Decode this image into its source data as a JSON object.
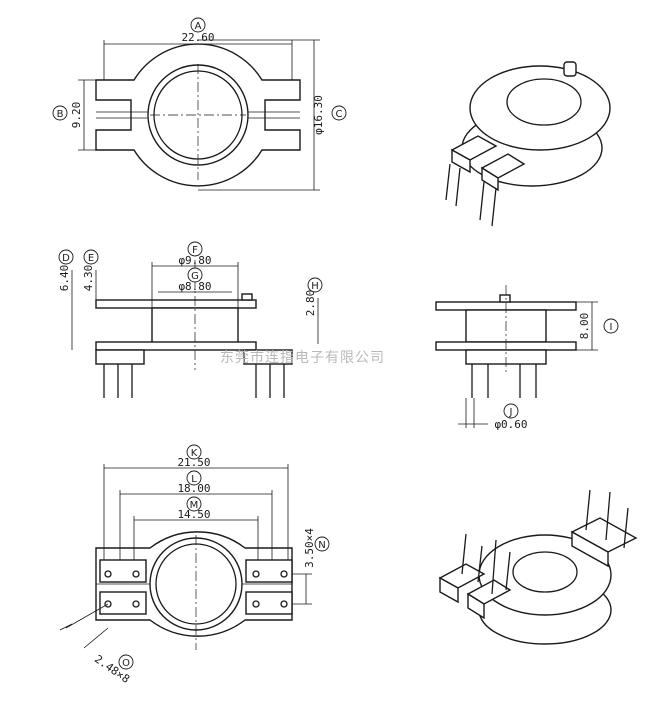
{
  "watermark": "东莞市连指电子有限公司",
  "views": {
    "top_view": {
      "dims": [
        {
          "letter": "A",
          "value": "22.60"
        },
        {
          "letter": "B",
          "value": "9.20"
        },
        {
          "letter": "C",
          "value": "φ16.30"
        }
      ]
    },
    "front_view": {
      "dims": [
        {
          "letter": "D",
          "value": "6.40"
        },
        {
          "letter": "E",
          "value": "4.30"
        },
        {
          "letter": "F",
          "value": "φ9.80"
        },
        {
          "letter": "G",
          "value": "φ8.80"
        },
        {
          "letter": "H",
          "value": "2.80"
        }
      ]
    },
    "side_view": {
      "dims": [
        {
          "letter": "I",
          "value": "8.00"
        },
        {
          "letter": "J",
          "value": "φ0.60"
        }
      ]
    },
    "bottom_view": {
      "dims": [
        {
          "letter": "K",
          "value": "21.50"
        },
        {
          "letter": "L",
          "value": "18.00"
        },
        {
          "letter": "M",
          "value": "14.50"
        },
        {
          "letter": "N",
          "value": "3.50×4"
        },
        {
          "letter": "O",
          "value": "2.48×8"
        }
      ]
    }
  }
}
